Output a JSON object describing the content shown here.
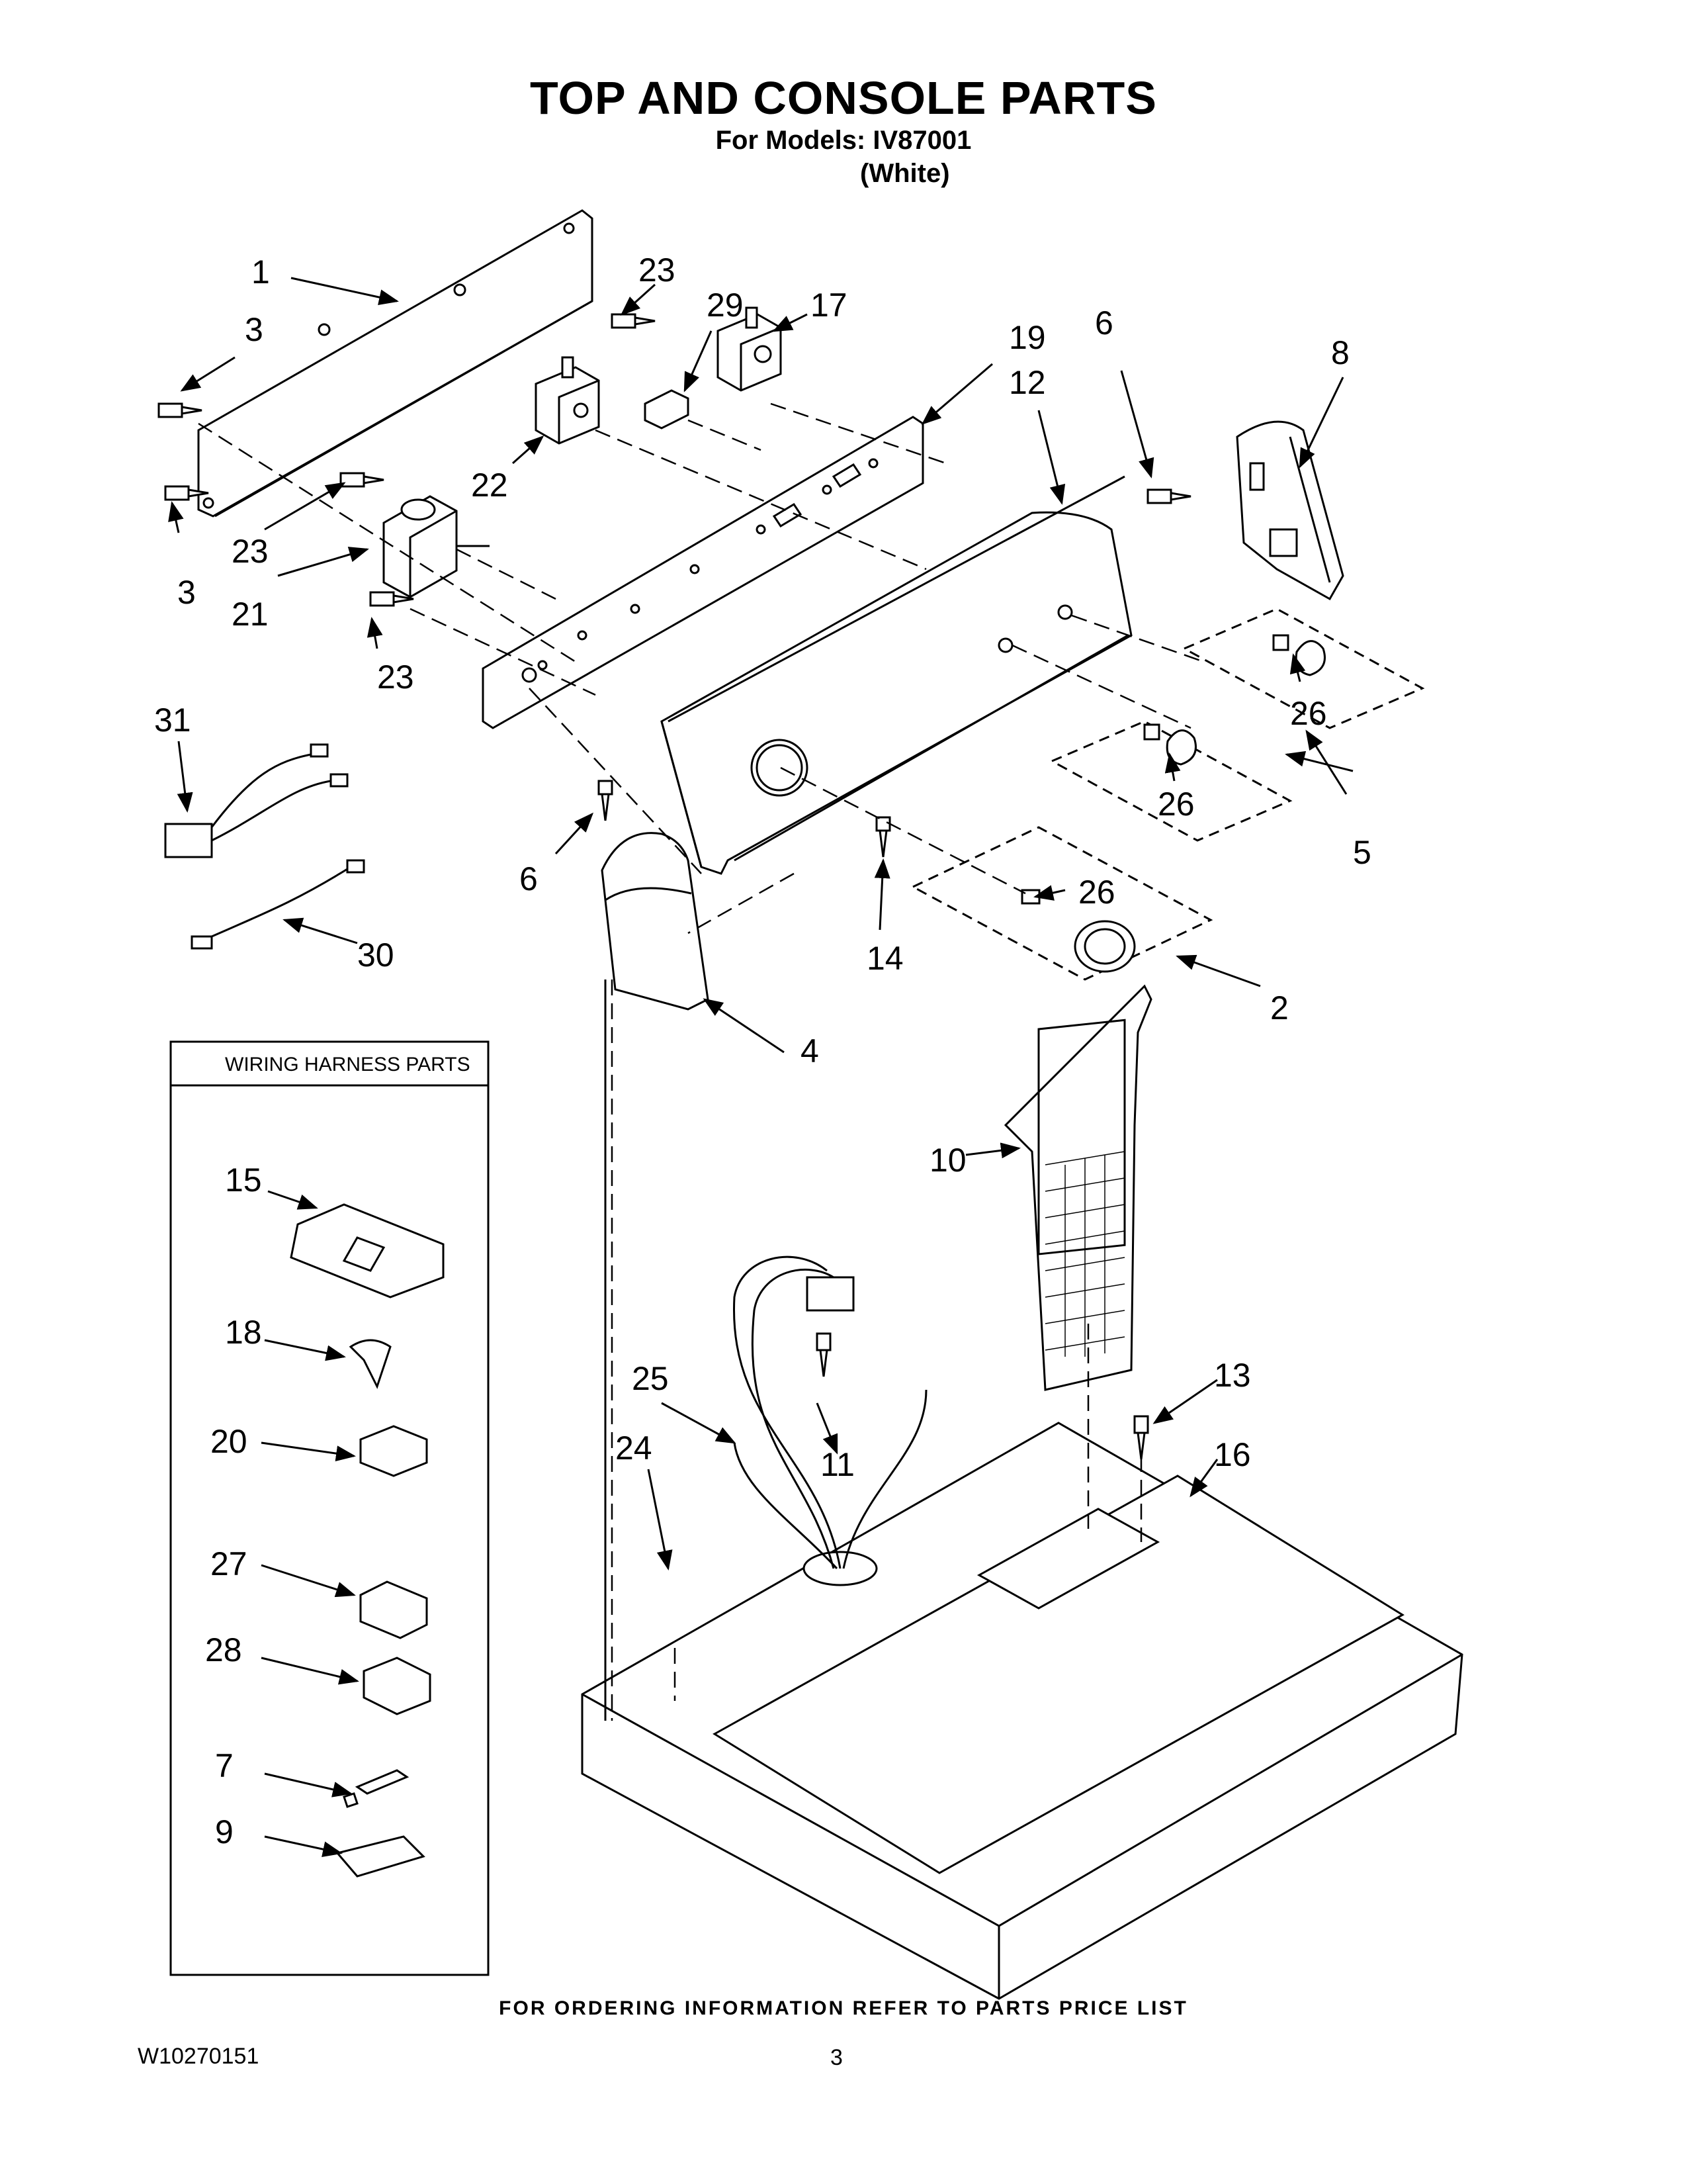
{
  "header": {
    "title": "TOP AND CONSOLE PARTS",
    "models_line": "For Models: IV87001",
    "color_line": "(White)"
  },
  "wiring_box": {
    "title": "WIRING HARNESS PARTS"
  },
  "labels": {
    "p1": "1",
    "p2": "2",
    "p3a": "3",
    "p3b": "3",
    "p4": "4",
    "p5": "5",
    "p6a": "6",
    "p6b": "6",
    "p7": "7",
    "p8": "8",
    "p9": "9",
    "p10": "10",
    "p11": "11",
    "p12": "12",
    "p13": "13",
    "p14": "14",
    "p15": "15",
    "p16": "16",
    "p17": "17",
    "p18": "18",
    "p19": "19",
    "p20": "20",
    "p21": "21",
    "p22": "22",
    "p23a": "23",
    "p23b": "23",
    "p23c": "23",
    "p24": "24",
    "p25": "25",
    "p26a": "26",
    "p26b": "26",
    "p26c": "26",
    "p27": "27",
    "p28": "28",
    "p29": "29",
    "p30": "30",
    "p31": "31"
  },
  "footer": {
    "note": "FOR ORDERING INFORMATION REFER TO PARTS PRICE LIST",
    "doc_number": "W10270151",
    "page": "3"
  }
}
